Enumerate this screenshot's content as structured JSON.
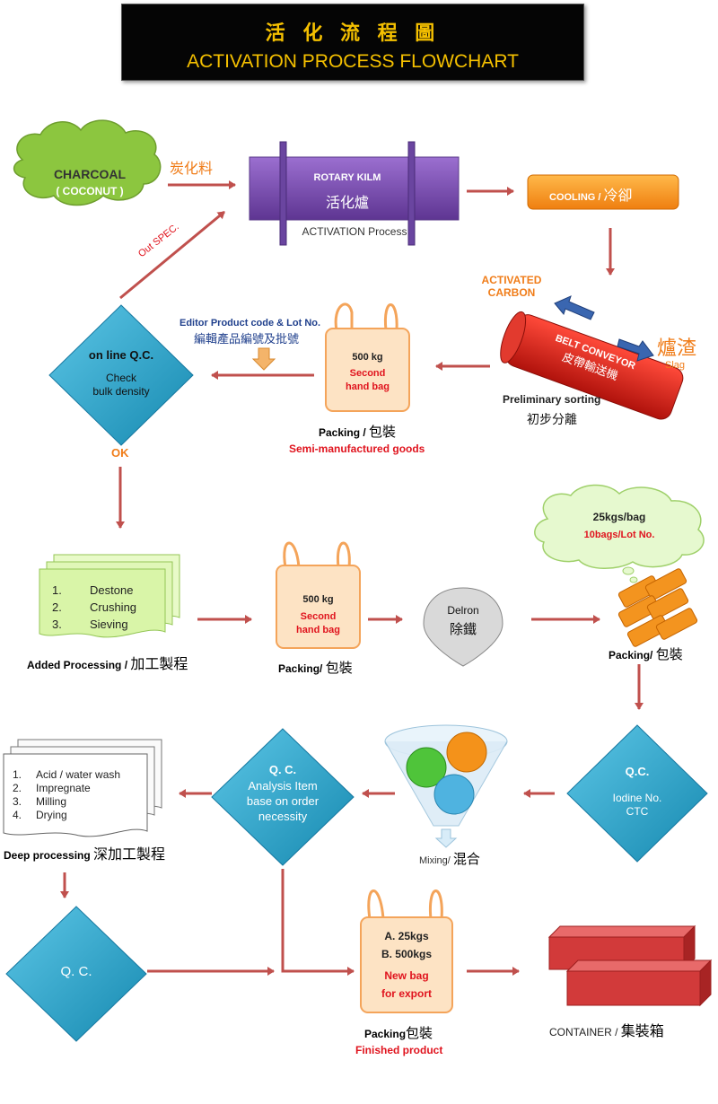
{
  "header": {
    "title_zh": "活 化 流 程 圖",
    "title_en": "ACTIVATION PROCESS FLOWCHART"
  },
  "nodes": {
    "charcoal": {
      "line1": "CHARCOAL",
      "line2": "( COCONUT )"
    },
    "charcoal_label": "炭化料",
    "kiln": {
      "title": "ROTARY KILM",
      "zh": "活化爐",
      "sub": "ACTIVATION Process"
    },
    "cooling": {
      "en": "COOLING / ",
      "zh": "冷卻"
    },
    "activated_carbon": {
      "line1": "ACTIVATED",
      "line2": "CARBON"
    },
    "slag": {
      "zh": "爐渣",
      "en": "Slag"
    },
    "belt": {
      "en": "BELT CONVEYOR",
      "zh": "皮帶輸送機"
    },
    "sorting": {
      "en": "Preliminary sorting",
      "zh": "初步分離"
    },
    "bag1": {
      "weight": "500 kg",
      "line1": "Second",
      "line2": "hand bag"
    },
    "packing1": {
      "en": "Packing / ",
      "zh": "包裝",
      "sub": "Semi-manufactured goods"
    },
    "editor": {
      "en": "Editor Product code & Lot No.",
      "zh": "編輯產品編號及批號"
    },
    "qc1": {
      "title": "on line  Q.C.",
      "line1": "Check",
      "line2": "bulk density"
    },
    "out_spec": "Out SPEC.",
    "ok": "OK",
    "added": {
      "items": [
        "Destone",
        "Crushing",
        "Sieving"
      ],
      "label_en": "Added Processing  / ",
      "label_zh": "加工製程"
    },
    "bag2": {
      "weight": "500 kg",
      "line1": "Second",
      "line2": "hand bag"
    },
    "packing2": {
      "en": "Packing/ ",
      "zh": "包裝"
    },
    "deiron": {
      "en": "Delron",
      "zh": "除鐵"
    },
    "cloud": {
      "line1": "25kgs/bag",
      "line2": "10bags/Lot No."
    },
    "packing3": {
      "en": "Packing/ ",
      "zh": "包裝"
    },
    "qc_iodine": {
      "title": "Q.C.",
      "line1": "Iodine No.",
      "line2": "CTC"
    },
    "mixing": {
      "en": "Mixing/ ",
      "zh": "混合"
    },
    "qc_analysis": {
      "title": "Q. C.",
      "line1": "Analysis Item",
      "line2": "base on order",
      "line3": "necessity"
    },
    "deep": {
      "items": [
        "Acid  / water wash",
        "Impregnate",
        "Milling",
        "Drying"
      ],
      "label_en": "Deep processing ",
      "label_zh": "深加工製程"
    },
    "qc_final": {
      "title": "Q. C."
    },
    "bag_final": {
      "line1": "A. 25kgs",
      "line2": "B. 500kgs",
      "line3": "New bag",
      "line4": "for export"
    },
    "packing_final": {
      "en": "Packing",
      "zh": "包裝",
      "sub": "Finished product"
    },
    "container": {
      "en": "CONTAINER / ",
      "zh": "集裝箱"
    }
  },
  "colors": {
    "arrow": "#c0504d",
    "cloud": "#8cc63f",
    "kiln": "#7f4fb0",
    "cooling": "#f39a1e",
    "belt": "#d7261e",
    "bag": "#fde3c4",
    "bag_border": "#f4a45a",
    "diamond": "#26a2c8",
    "green_doc": "#d9f5a8",
    "red_text": "#e0141e",
    "orange_text": "#f07d1a",
    "blue_text": "#1f3f8c",
    "container": "#d23a3a"
  }
}
